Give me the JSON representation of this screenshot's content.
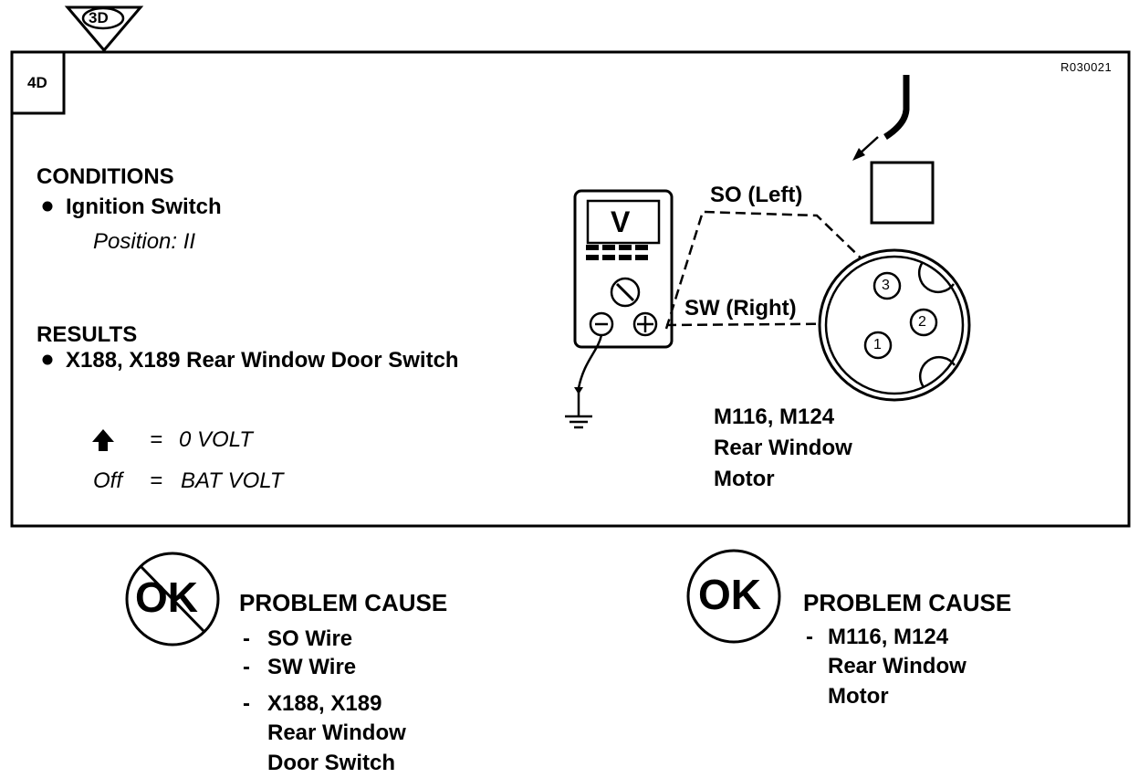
{
  "diagram": {
    "parent_step": "3D",
    "step": "4D",
    "figure_code": "R030021",
    "conditions": {
      "heading": "CONDITIONS",
      "item": "Ignition Switch",
      "detail": "Position: II"
    },
    "results": {
      "heading": "RESULTS",
      "item": "X188, X189 Rear Window Door Switch"
    },
    "legend": [
      {
        "symbol": "up-arrow-icon",
        "eq": "=",
        "value": "0 VOLT"
      },
      {
        "symbol": "Off",
        "eq": "=",
        "value": "BAT VOLT"
      }
    ],
    "meter": {
      "display": "V"
    },
    "wires": {
      "left": "SO (Left)",
      "right": "SW (Right)"
    },
    "pins": [
      "3",
      "2",
      "1"
    ],
    "component": {
      "lines": [
        "M116, M124",
        "Rear Window",
        "Motor"
      ]
    },
    "outcomes": {
      "not_ok": {
        "badge": "OK",
        "heading": "PROBLEM CAUSE",
        "causes": [
          {
            "lines": [
              "SO  Wire"
            ]
          },
          {
            "lines": [
              "SW Wire"
            ]
          },
          {
            "lines": [
              "X188, X189",
              "Rear Window",
              "Door Switch"
            ]
          }
        ]
      },
      "ok": {
        "badge": "OK",
        "heading": "PROBLEM CAUSE",
        "causes": [
          {
            "lines": [
              "M116, M124",
              "Rear Window",
              "Motor"
            ]
          }
        ]
      }
    }
  }
}
